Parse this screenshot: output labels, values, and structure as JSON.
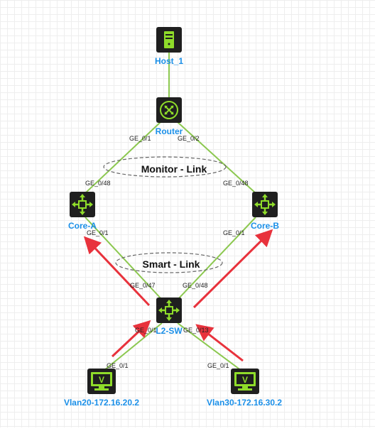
{
  "colors": {
    "link": "#8cc850",
    "node_bg": "#1f1f1f",
    "icon": "#8fdc2a",
    "node_label": "#1a8fe8",
    "arrow": "#e8323c",
    "ellipse": "#666666"
  },
  "nodes": {
    "host": {
      "label": "Host_1",
      "icon": "server-icon"
    },
    "router": {
      "label": "Router",
      "icon": "router-icon"
    },
    "core_a": {
      "label": "Core-A",
      "icon": "l3-switch-icon"
    },
    "core_b": {
      "label": "Core-B",
      "icon": "l3-switch-icon"
    },
    "l2sw": {
      "label": "L2-SW",
      "icon": "switch-icon"
    },
    "pc20": {
      "label": "Vlan20-172.16.20.2",
      "icon": "pc-icon"
    },
    "pc30": {
      "label": "Vlan30-172.16.30.2",
      "icon": "pc-icon"
    }
  },
  "ports": {
    "router_left": "GE_0/1",
    "router_right": "GE_0/2",
    "core_a_up": "GE_0/48",
    "core_b_up": "GE_0/48",
    "core_a_down": "GE_0/1",
    "core_b_down": "GE_0/1",
    "l2sw_left": "GE_0/47",
    "l2sw_right": "GE_0/48",
    "l2sw_bottom_left": "GE_0/1",
    "l2sw_bottom_right": "GE_0/13",
    "pc20_port": "GE_0/1",
    "pc30_port": "GE_0/1"
  },
  "groups": {
    "monitor": "Monitor - Link",
    "smart": "Smart - Link"
  }
}
